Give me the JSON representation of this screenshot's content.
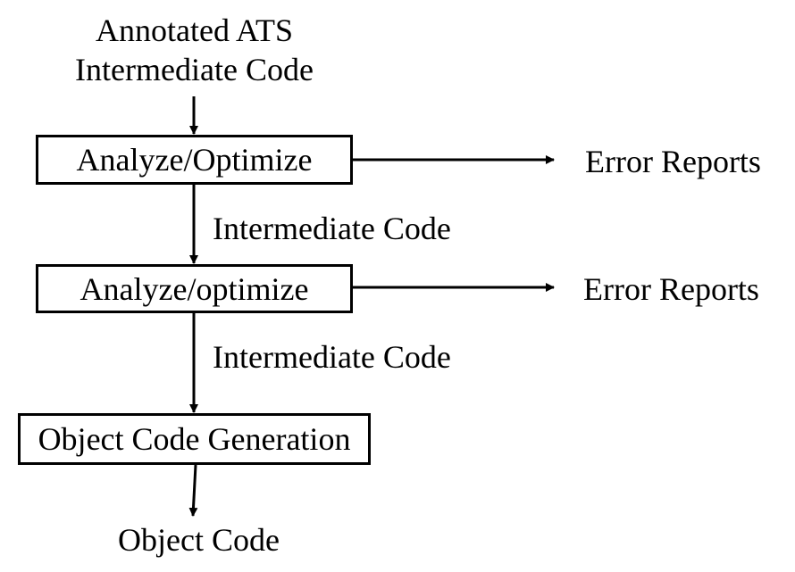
{
  "diagram": {
    "input_label": {
      "line1": "Annotated ATS",
      "line2": "Intermediate Code"
    },
    "stage1": "Analyze/Optimize",
    "stage2": "Analyze/optimize",
    "stage3": "Object Code Generation",
    "error_report_1": "Error Reports",
    "error_report_2": "Error Reports",
    "edge_label_1": "Intermediate Code",
    "edge_label_2": "Intermediate Code",
    "output_label": "Object Code"
  },
  "colors": {
    "stroke": "#000000",
    "background": "#ffffff"
  }
}
